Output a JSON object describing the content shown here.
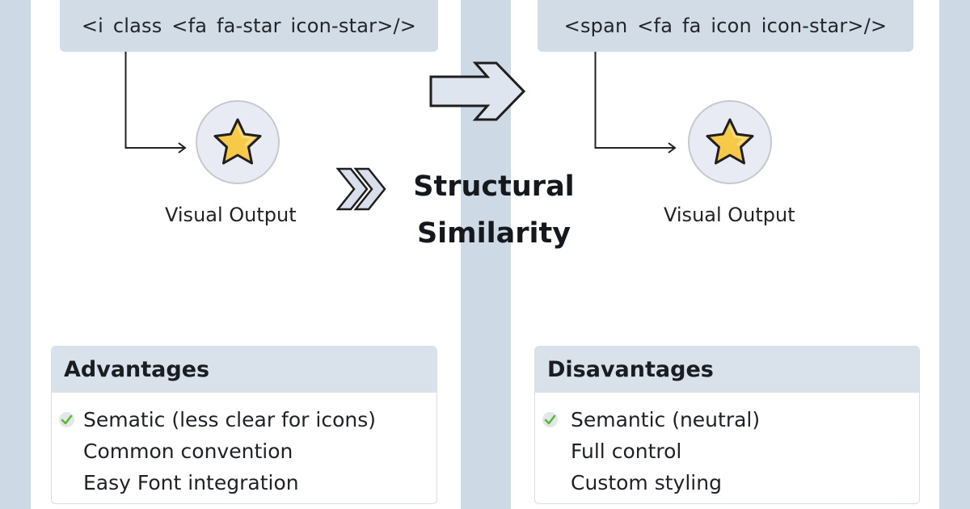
{
  "left_panel": {
    "code_snippet": "<i class <fa fa-star icon-star>/>",
    "icon": "star-icon",
    "output_label": "Visual Output",
    "box": {
      "title": "Advantages",
      "items": [
        {
          "text": "Sematic (less clear for icons)",
          "checked": true
        },
        {
          "text": "Common convention",
          "checked": false
        },
        {
          "text": "Easy Font integration",
          "checked": false
        }
      ]
    }
  },
  "right_panel": {
    "code_snippet": "<span <fa fa icon icon-star>/>",
    "icon": "star-icon",
    "output_label": "Visual Output",
    "box": {
      "title": "Disavantages",
      "items": [
        {
          "text": "Semantic (neutral)",
          "checked": true
        },
        {
          "text": "Full control",
          "checked": false
        },
        {
          "text": "Custom styling",
          "checked": false
        }
      ]
    }
  },
  "center": {
    "title_line1": "Structural",
    "title_line2": "Similarity",
    "arrow_icon": "right-arrow-icon",
    "chevron_icon": "double-chevron-right-icon"
  },
  "colors": {
    "background": "#cdd9e5",
    "panel": "#ffffff",
    "code_box": "#d2dce7",
    "star_fill": "#f7c948",
    "check_green": "#5cb833"
  }
}
